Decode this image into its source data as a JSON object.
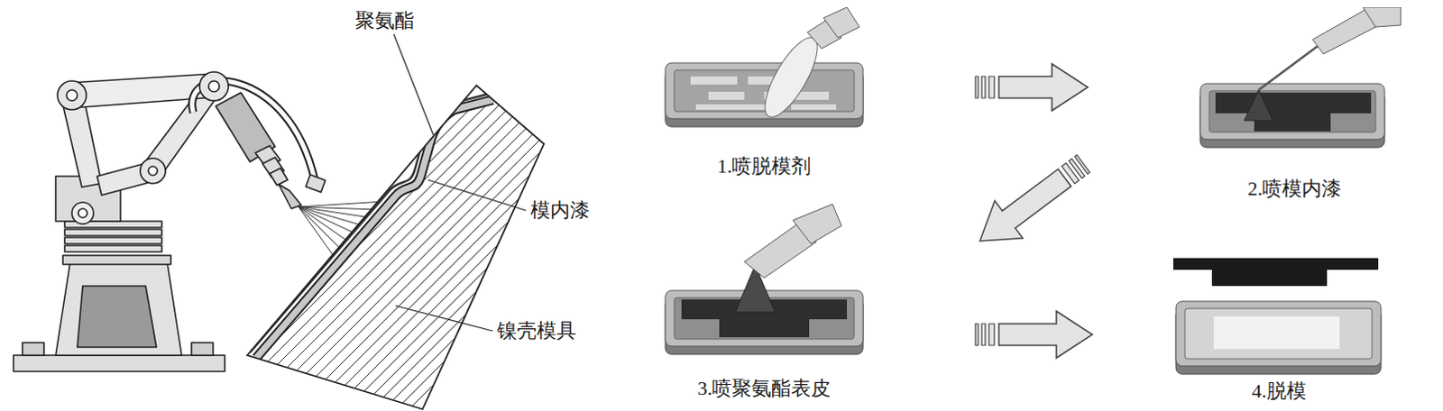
{
  "diagram": {
    "nodes": [
      {
        "text": [
          "1.喷脱模剂"
        ]
      },
      {
        "text": [
          "2.喷模内漆"
        ]
      },
      {
        "text": [
          "3.喷聚氨酯表皮"
        ]
      },
      {
        "text": [
          "4.脱模"
        ]
      }
    ],
    "edges": [
      {
        "from": 0,
        "to": 1,
        "arrow": "to"
      },
      {
        "from": 1,
        "to": 2,
        "arrow": "to"
      },
      {
        "from": 2,
        "to": 3,
        "arrow": "to"
      }
    ],
    "labels": [
      "聚氨酯",
      "模内漆",
      "镍壳模具"
    ]
  }
}
